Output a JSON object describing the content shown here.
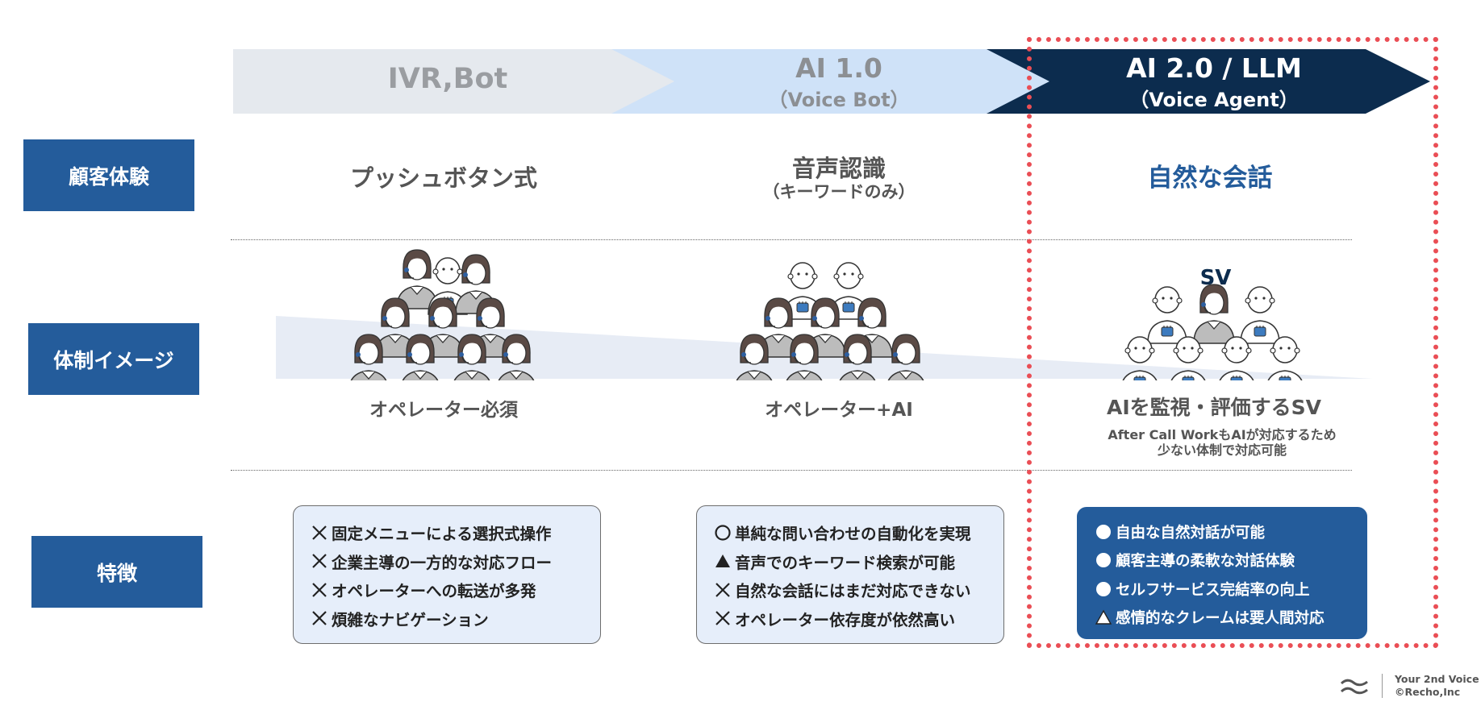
{
  "stages": [
    {
      "title": "IVR,Bot",
      "subtitle": ""
    },
    {
      "title": "AI 1.0",
      "subtitle": "（Voice Bot）"
    },
    {
      "title": "AI 2.0 / LLM",
      "subtitle": "（Voice Agent）"
    }
  ],
  "rows": {
    "experience": "顧客体験",
    "structure": "体制イメージ",
    "features": "特徴"
  },
  "experience": [
    {
      "main": "プッシュボタン式",
      "sub": ""
    },
    {
      "main": "音声認識",
      "sub": "（キーワードのみ）"
    },
    {
      "main": "自然な会話",
      "sub": ""
    }
  ],
  "structure": [
    {
      "caption": "オペレーター必須",
      "note": ""
    },
    {
      "caption": "オペレーター+AI",
      "note": ""
    },
    {
      "caption": "AIを監視・評価するSV",
      "note_line1": "After Call WorkもAIが対応するため",
      "note_line2": "少ない体制で対応可能"
    }
  ],
  "sv_label": "SV",
  "features": [
    {
      "items": [
        {
          "mark": "cross",
          "text": "固定メニューによる選択式操作"
        },
        {
          "mark": "cross",
          "text": "企業主導の一方的な対応フロー"
        },
        {
          "mark": "cross",
          "text": "オペレーターへの転送が多発"
        },
        {
          "mark": "cross",
          "text": "煩雑なナビゲーション"
        }
      ]
    },
    {
      "items": [
        {
          "mark": "circle",
          "text": "単純な問い合わせの自動化を実現"
        },
        {
          "mark": "triangle",
          "text": "音声でのキーワード検索が可能"
        },
        {
          "mark": "cross",
          "text": "自然な会話にはまだ対応できない"
        },
        {
          "mark": "cross",
          "text": "オペレーター依存度が依然高い"
        }
      ]
    },
    {
      "items": [
        {
          "mark": "circle",
          "text": "自由な自然対話が可能"
        },
        {
          "mark": "circle",
          "text": "顧客主導の柔軟な対話体験"
        },
        {
          "mark": "circle",
          "text": "セルフサービス完結率の向上"
        },
        {
          "mark": "triangle",
          "text": "感情的なクレームは要人間対応"
        }
      ]
    }
  ],
  "footer": {
    "line1": "Your 2nd Voice",
    "line2": "©Recho,Inc"
  },
  "colors": {
    "brand_blue": "#245c9b",
    "navy": "#0c2c4e",
    "chevron_gray": "#e5e9ee",
    "chevron_light_blue": "#cfe2f8",
    "highlight_red": "#ea4e55",
    "box_light": "#e6eefa"
  },
  "icons": [
    "operator-icon",
    "robot-icon",
    "cross-icon",
    "circle-icon",
    "triangle-icon",
    "logo-icon"
  ]
}
